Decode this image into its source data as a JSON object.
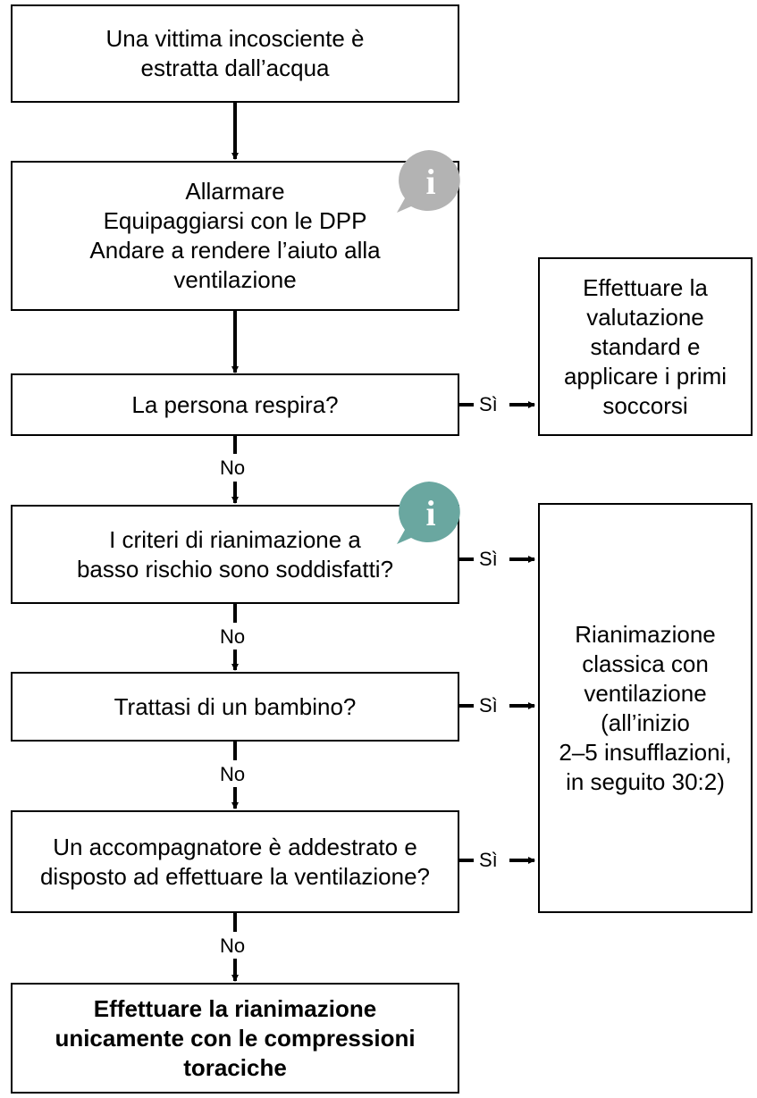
{
  "nodes": {
    "start": "Una vittima incosciente è\nestratta dall’acqua",
    "alarm": "Allarmare\nEquipaggiarsi con le DPP\nAndare a rendere l’aiuto alla\nventilazione",
    "breathing": "La persona respira?",
    "standard": "Effettuare la\nvalutazione\nstandard e\napplicare i primi\nsoccorsi",
    "criteria": "I criteri di rianimazione a\nbasso rischio sono soddisfatti?",
    "child": "Trattasi di un bambino?",
    "companion": "Un accompagnatore è addestrato e\ndisposto ad effettuare la ventilazione?",
    "classic": "Rianimazione\nclassica con\nventilazione\n(all’inizio\n2–5 insufflazioni,\nin seguito 30:2)",
    "compressions": "Effettuare la rianimazione\nunicamente con le compressioni\ntoraciche"
  },
  "edge_labels": {
    "yes": "Sì",
    "no": "No"
  },
  "info_icons": [
    {
      "icon": "info-icon",
      "color": "#b3b3b3",
      "glyph": "i"
    },
    {
      "icon": "info-icon",
      "color": "#6aa7a0",
      "glyph": "i"
    }
  ]
}
